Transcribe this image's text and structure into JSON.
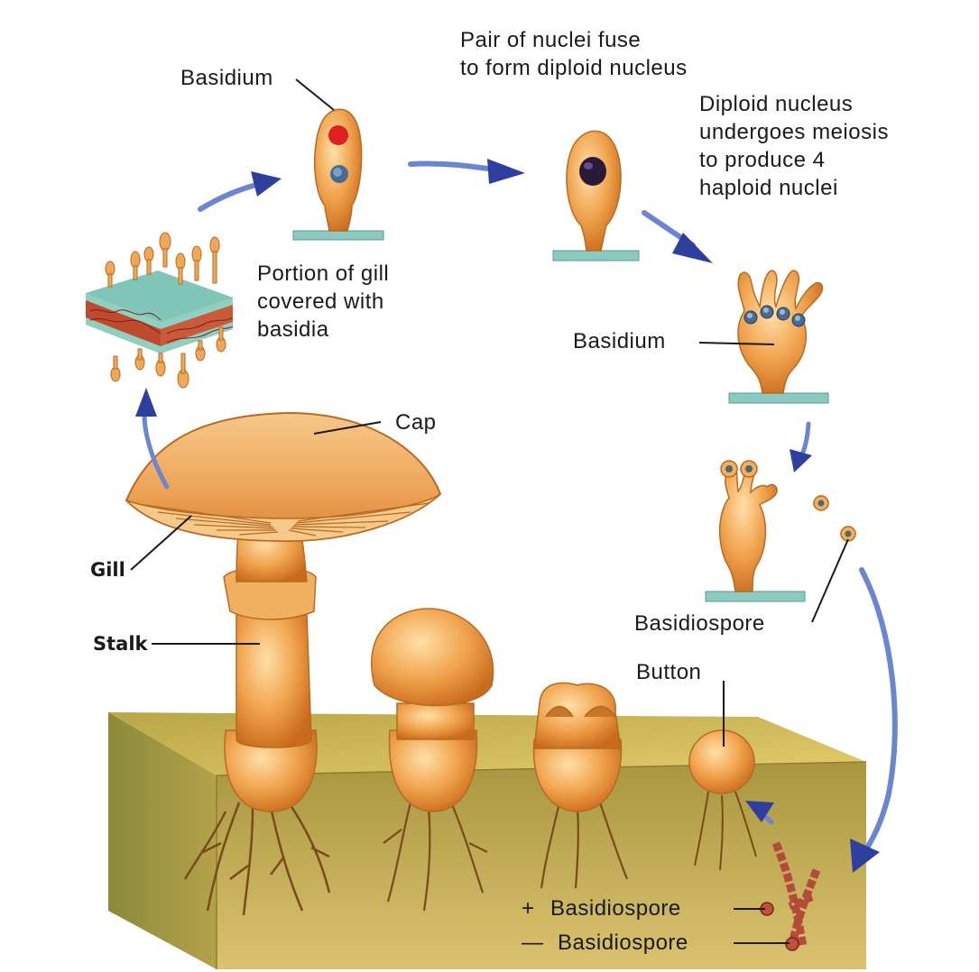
{
  "labels": {
    "basidium_top": "Basidium",
    "pair_of_nuclei": "Pair of nuclei fuse\nto form diploid nucleus",
    "diploid_meiosis": "Diploid nucleus\nundergoes meiosis\nto produce 4\nhaploid nuclei",
    "portion_of_gill": "Portion of gill\ncovered with\nbasidia",
    "basidium_right": "Basidium",
    "cap": "Cap",
    "gill": "Gill",
    "stalk": "Stalk",
    "basidiospore": "Basidiospore",
    "button": "Button",
    "plus_sign": "+",
    "plus_basidiospore": "Basidiospore",
    "minus_sign": "—",
    "minus_basidiospore": "Basidiospore"
  },
  "colors": {
    "fungus_orange": "#f0a04a",
    "soil_top": "#d8c062",
    "soil_front": "#c9a94a",
    "arrow_blue": "#2e3f9e",
    "red_nucleus": "#e02020",
    "dark_nucleus": "#2a1a3a",
    "teal_base": "#8cc9c0"
  }
}
